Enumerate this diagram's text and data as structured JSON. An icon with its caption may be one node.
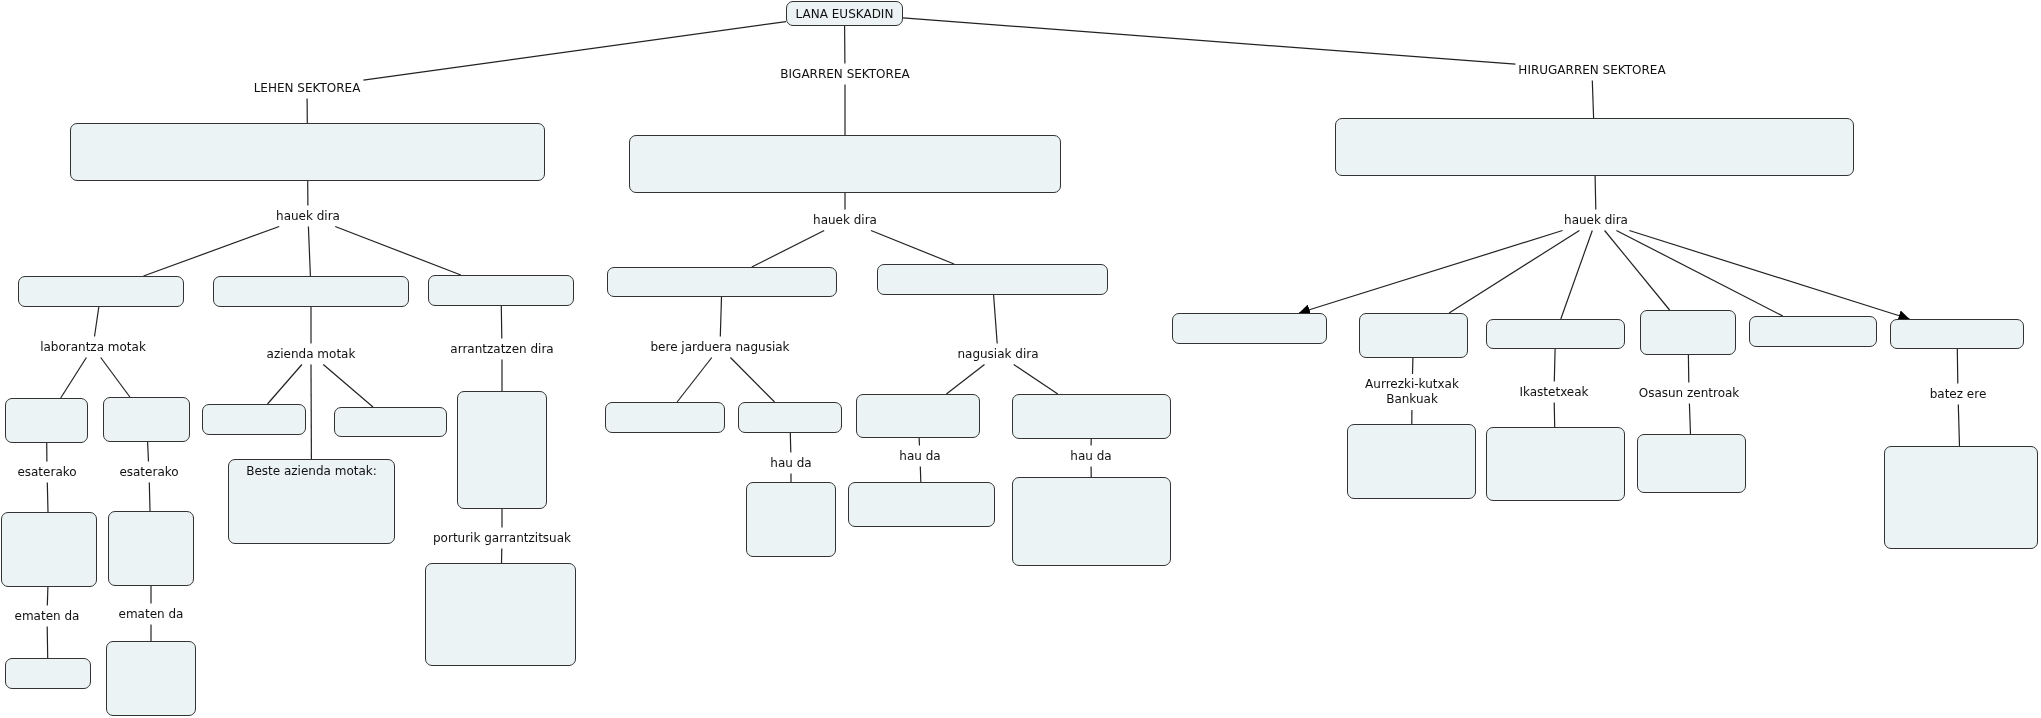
{
  "diagram": {
    "nodes": [
      {
        "text": [
          "LANA EUSKADIN"
        ]
      },
      {
        "text": [
          "LEHEN SEKTOREA"
        ]
      },
      {
        "text": [
          "BIGARREN SEKTOREA"
        ]
      },
      {
        "text": [
          "HIRUGARREN SEKTOREA"
        ]
      },
      {
        "text": [],
        "shape": "box"
      },
      {
        "text": [],
        "shape": "box"
      },
      {
        "text": [],
        "shape": "box"
      },
      {
        "text": [
          "hauek dira"
        ]
      },
      {
        "text": [
          "hauek dira"
        ]
      },
      {
        "text": [
          "hauek dira"
        ]
      },
      {
        "text": [],
        "shape": "box"
      },
      {
        "text": [],
        "shape": "box"
      },
      {
        "text": [],
        "shape": "box"
      },
      {
        "text": [],
        "shape": "box"
      },
      {
        "text": [],
        "shape": "box"
      },
      {
        "text": [],
        "shape": "box"
      },
      {
        "text": [],
        "shape": "box"
      },
      {
        "text": [],
        "shape": "box"
      },
      {
        "text": [],
        "shape": "box"
      },
      {
        "text": [],
        "shape": "box"
      },
      {
        "text": [],
        "shape": "box"
      },
      {
        "text": [
          "laborantza motak"
        ]
      },
      {
        "text": [
          "azienda motak"
        ]
      },
      {
        "text": [
          "arrantzatzen dira"
        ]
      },
      {
        "text": [
          "bere jarduera nagusiak"
        ]
      },
      {
        "text": [
          "nagusiak dira"
        ]
      },
      {
        "text": [
          "Aurrezki-kutxak Bankuak"
        ]
      },
      {
        "text": [
          "Ikastetxeak"
        ]
      },
      {
        "text": [
          "Osasun zentroak"
        ]
      },
      {
        "text": [
          "batez ere"
        ]
      },
      {
        "text": [],
        "shape": "box"
      },
      {
        "text": [],
        "shape": "box"
      },
      {
        "text": [],
        "shape": "box"
      },
      {
        "text": [],
        "shape": "box"
      },
      {
        "text": [
          "Beste azienda motak:"
        ]
      },
      {
        "text": [],
        "shape": "box"
      },
      {
        "text": [],
        "shape": "box"
      },
      {
        "text": [],
        "shape": "box"
      },
      {
        "text": [],
        "shape": "box"
      },
      {
        "text": [],
        "shape": "box"
      },
      {
        "text": [],
        "shape": "box"
      },
      {
        "text": [],
        "shape": "box"
      },
      {
        "text": [],
        "shape": "box"
      },
      {
        "text": [],
        "shape": "box"
      },
      {
        "text": [
          "esaterako"
        ]
      },
      {
        "text": [
          "esaterako"
        ]
      },
      {
        "text": [
          "hau da"
        ]
      },
      {
        "text": [
          "hau da"
        ]
      },
      {
        "text": [
          "hau da"
        ]
      },
      {
        "text": [
          "porturik garrantzitsuak"
        ]
      },
      {
        "text": [],
        "shape": "box"
      },
      {
        "text": [],
        "shape": "box"
      },
      {
        "text": [],
        "shape": "box"
      },
      {
        "text": [],
        "shape": "box"
      },
      {
        "text": [],
        "shape": "box"
      },
      {
        "text": [],
        "shape": "box"
      },
      {
        "text": [
          "ematen da"
        ]
      },
      {
        "text": [
          "ematen da"
        ]
      },
      {
        "text": [],
        "shape": "box"
      },
      {
        "text": [],
        "shape": "box"
      }
    ],
    "edges": [
      {
        "from": 0,
        "to": 1,
        "arrow": "none"
      },
      {
        "from": 1,
        "to": 4,
        "arrow": "none"
      },
      {
        "from": 0,
        "to": 2,
        "arrow": "none"
      },
      {
        "from": 2,
        "to": 5,
        "arrow": "none"
      },
      {
        "from": 0,
        "to": 3,
        "arrow": "none"
      },
      {
        "from": 3,
        "to": 6,
        "arrow": "none"
      },
      {
        "from": 4,
        "to": 7,
        "arrow": "none"
      },
      {
        "from": 7,
        "to": 10,
        "arrow": "none"
      },
      {
        "from": 7,
        "to": 11,
        "arrow": "none"
      },
      {
        "from": 7,
        "to": 12,
        "arrow": "none"
      },
      {
        "from": 5,
        "to": 8,
        "arrow": "none"
      },
      {
        "from": 8,
        "to": 13,
        "arrow": "none"
      },
      {
        "from": 8,
        "to": 14,
        "arrow": "none"
      },
      {
        "from": 6,
        "to": 9,
        "arrow": "none"
      },
      {
        "from": 9,
        "to": 15,
        "arrow": "to"
      },
      {
        "from": 9,
        "to": 16,
        "arrow": "none"
      },
      {
        "from": 9,
        "to": 17,
        "arrow": "none"
      },
      {
        "from": 9,
        "to": 18,
        "arrow": "none"
      },
      {
        "from": 9,
        "to": 19,
        "arrow": "none"
      },
      {
        "from": 9,
        "to": 20,
        "arrow": "to"
      },
      {
        "from": 10,
        "to": 21,
        "arrow": "none"
      },
      {
        "from": 21,
        "to": 30,
        "arrow": "none"
      },
      {
        "from": 21,
        "to": 31,
        "arrow": "none"
      },
      {
        "from": 11,
        "to": 22,
        "arrow": "none"
      },
      {
        "from": 22,
        "to": 32,
        "arrow": "none"
      },
      {
        "from": 22,
        "to": 33,
        "arrow": "none"
      },
      {
        "from": 22,
        "to": 34,
        "arrow": "none"
      },
      {
        "from": 12,
        "to": 23,
        "arrow": "none"
      },
      {
        "from": 23,
        "to": 35,
        "arrow": "none"
      },
      {
        "from": 13,
        "to": 24,
        "arrow": "none"
      },
      {
        "from": 24,
        "to": 36,
        "arrow": "none"
      },
      {
        "from": 24,
        "to": 37,
        "arrow": "none"
      },
      {
        "from": 14,
        "to": 25,
        "arrow": "none"
      },
      {
        "from": 25,
        "to": 38,
        "arrow": "none"
      },
      {
        "from": 25,
        "to": 39,
        "arrow": "none"
      },
      {
        "from": 16,
        "to": 26,
        "arrow": "none"
      },
      {
        "from": 26,
        "to": 40,
        "arrow": "none"
      },
      {
        "from": 17,
        "to": 27,
        "arrow": "none"
      },
      {
        "from": 27,
        "to": 41,
        "arrow": "none"
      },
      {
        "from": 18,
        "to": 28,
        "arrow": "none"
      },
      {
        "from": 28,
        "to": 42,
        "arrow": "none"
      },
      {
        "from": 20,
        "to": 29,
        "arrow": "none"
      },
      {
        "from": 29,
        "to": 43,
        "arrow": "none"
      },
      {
        "from": 30,
        "to": 44,
        "arrow": "none"
      },
      {
        "from": 44,
        "to": 50,
        "arrow": "none"
      },
      {
        "from": 31,
        "to": 45,
        "arrow": "none"
      },
      {
        "from": 45,
        "to": 51,
        "arrow": "none"
      },
      {
        "from": 35,
        "to": 49,
        "arrow": "none"
      },
      {
        "from": 49,
        "to": 52,
        "arrow": "none"
      },
      {
        "from": 37,
        "to": 46,
        "arrow": "none"
      },
      {
        "from": 46,
        "to": 53,
        "arrow": "none"
      },
      {
        "from": 38,
        "to": 47,
        "arrow": "none"
      },
      {
        "from": 47,
        "to": 54,
        "arrow": "none"
      },
      {
        "from": 39,
        "to": 48,
        "arrow": "none"
      },
      {
        "from": 48,
        "to": 55,
        "arrow": "none"
      },
      {
        "from": 50,
        "to": 56,
        "arrow": "none"
      },
      {
        "from": 56,
        "to": 58,
        "arrow": "none"
      },
      {
        "from": 51,
        "to": 57,
        "arrow": "none"
      },
      {
        "from": 57,
        "to": 59,
        "arrow": "none"
      }
    ]
  }
}
